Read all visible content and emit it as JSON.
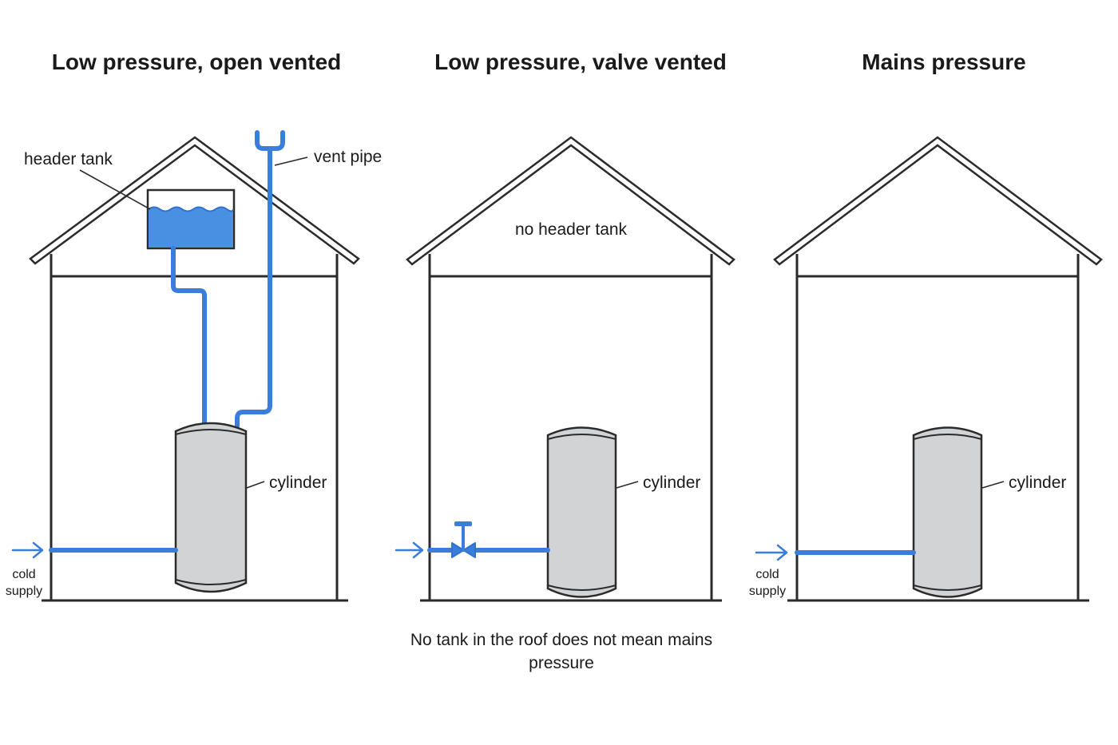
{
  "colors": {
    "water": "#4a90e2",
    "pipe": "#3a7ddb",
    "cylinder": "#d2d3d5",
    "outline": "#2b2b2b"
  },
  "panels": [
    {
      "title": "Low pressure, open vented",
      "header_tank_label": "header tank",
      "vent_pipe_label": "vent pipe",
      "cylinder_label": "cylinder",
      "cold_label_1": "cold",
      "cold_label_2": "supply"
    },
    {
      "title": "Low pressure, valve vented",
      "no_tank_label": "no header tank",
      "cylinder_label": "cylinder",
      "icons": [
        "valve-icon",
        "arrow-right-icon"
      ]
    },
    {
      "title": "Mains pressure",
      "cylinder_label": "cylinder",
      "cold_label_1": "cold",
      "cold_label_2": "supply"
    }
  ],
  "note_line_1": "No tank in the roof does not mean mains",
  "note_line_2": "pressure"
}
